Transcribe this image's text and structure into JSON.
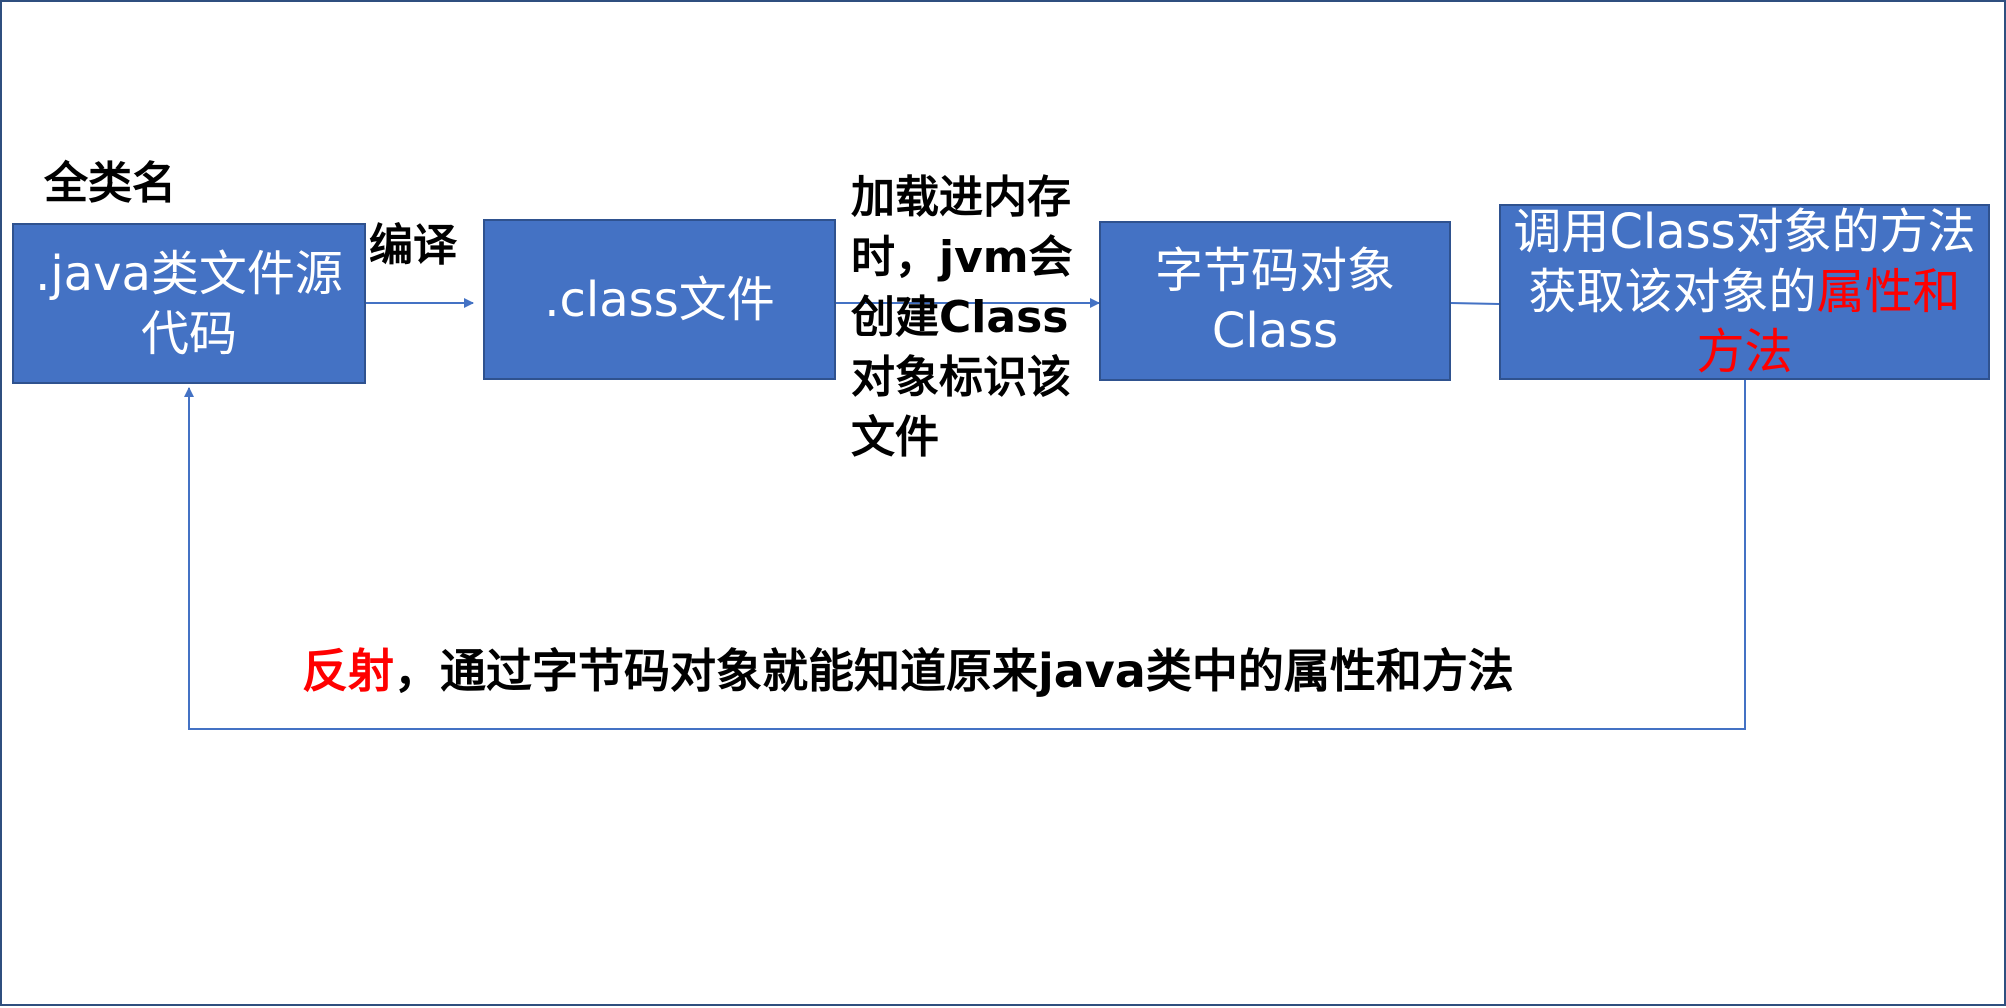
{
  "diagram": {
    "colors": {
      "box_fill": "#4472c4",
      "box_border": "#2f528f",
      "connector": "#4472c4",
      "highlight": "#ff0000"
    },
    "boxes": {
      "source": {
        "line1": ".java类文件源",
        "line2": "代码"
      },
      "class_file": {
        "text": ".class文件"
      },
      "bytecode": {
        "line1": "字节码对象",
        "line2": "Class"
      },
      "invoke": {
        "line1": "调用Class对象的方法",
        "line2_plain": "获取该对象的",
        "line2_red": "属性和",
        "line3_red": "方法"
      }
    },
    "labels": {
      "full_class_name": "全类名",
      "compile": "编译",
      "load": {
        "line1": "加载进内存",
        "line2": "时，jvm会",
        "line3": "创建Class",
        "line4": "对象标识该",
        "line5": "文件"
      },
      "reflection": {
        "red": "反射",
        "rest": "，通过字节码对象就能知道原来java类中的属性和方法"
      }
    }
  }
}
